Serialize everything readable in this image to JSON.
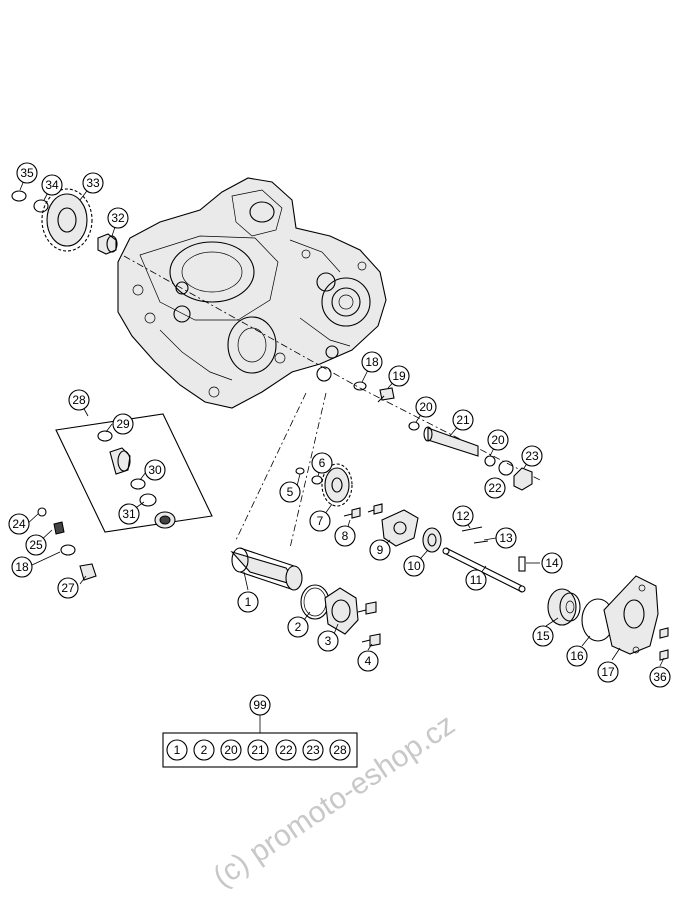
{
  "callouts": {
    "c1": "1",
    "c2": "2",
    "c3": "3",
    "c4": "4",
    "c5": "5",
    "c6": "6",
    "c7": "7",
    "c8": "8",
    "c9": "9",
    "c10": "10",
    "c11": "11",
    "c12": "12",
    "c13": "13",
    "c14": "14",
    "c15": "15",
    "c16": "16",
    "c17": "17",
    "c18a": "18",
    "c18b": "18",
    "c19": "19",
    "c20a": "20",
    "c20b": "20",
    "c21": "21",
    "c22": "22",
    "c23": "23",
    "c24": "24",
    "c25": "25",
    "c27": "27",
    "c28": "28",
    "c29": "29",
    "c30": "30",
    "c31": "31",
    "c32": "32",
    "c33": "33",
    "c34": "34",
    "c35": "35",
    "c36": "36",
    "c99": "99"
  },
  "kit": {
    "label": "99",
    "items": [
      "1",
      "2",
      "20",
      "21",
      "22",
      "23",
      "28"
    ]
  },
  "watermark": "(c) promoto-eshop.cz"
}
